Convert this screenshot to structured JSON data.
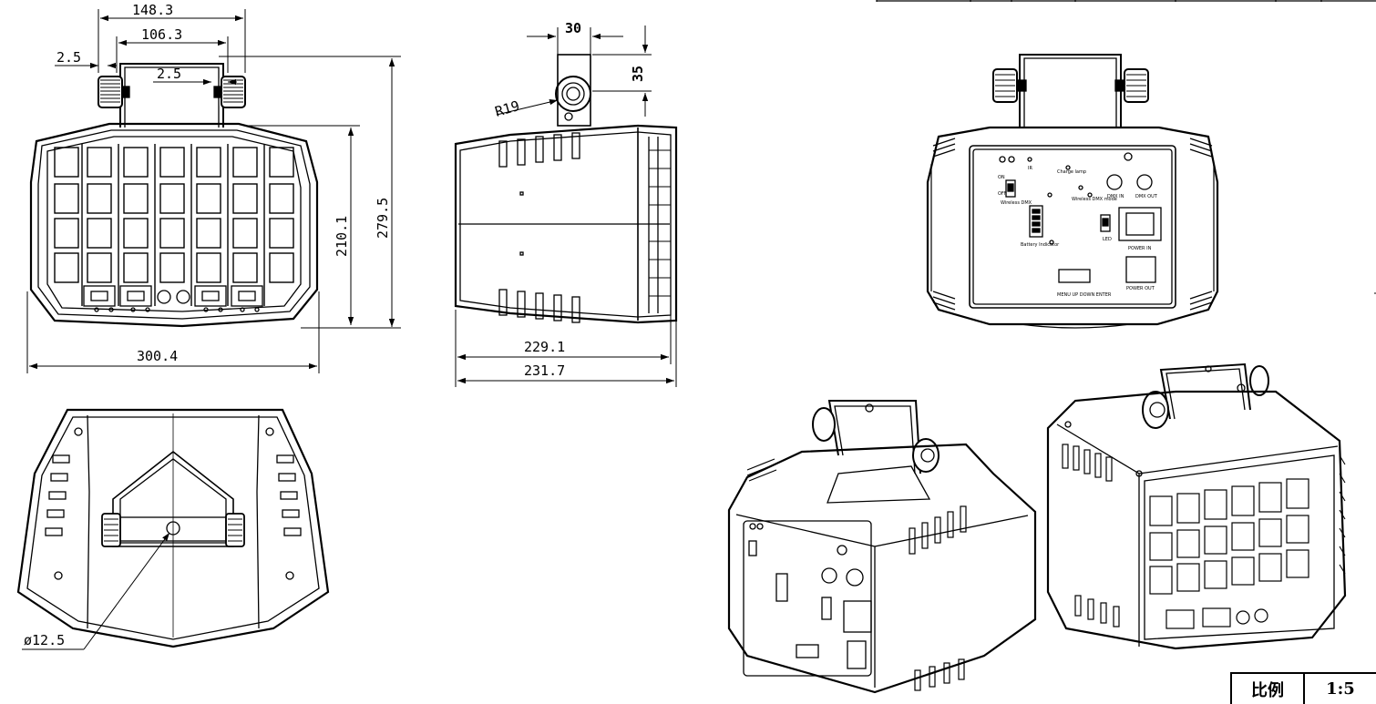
{
  "dimensions": {
    "front_total_width": "148.3",
    "front_inner_width": "106.3",
    "front_offset_left": "2.5",
    "front_offset_right": "2.5",
    "front_height_total": "279.5",
    "front_height_body": "210.1",
    "front_width_base": "300.4",
    "side_bracket_width": "30",
    "side_bracket_height": "35",
    "side_radius": "R19",
    "side_depth_inner": "229.1",
    "side_depth_outer": "231.7",
    "top_hole_diameter": "ø12.5"
  },
  "rear_panel_labels": {
    "on": "ON",
    "off": "OFF",
    "wireless_dmx": "Wireless DMX",
    "charge_lamp": "Charge lamp",
    "wireless_dmx_mode": "Wireless DMX mode",
    "dmx_in": "DMX IN",
    "dmx_out": "DMX OUT",
    "battery_indicator": "Battery Indicator",
    "led": "LED",
    "power_in": "POWER IN",
    "power_out": "POWER OUT",
    "buttons": "MENU UP DOWN ENTER",
    "ir": "IR"
  },
  "title_block": {
    "scale_label": "比例",
    "scale_value": "1:5"
  }
}
